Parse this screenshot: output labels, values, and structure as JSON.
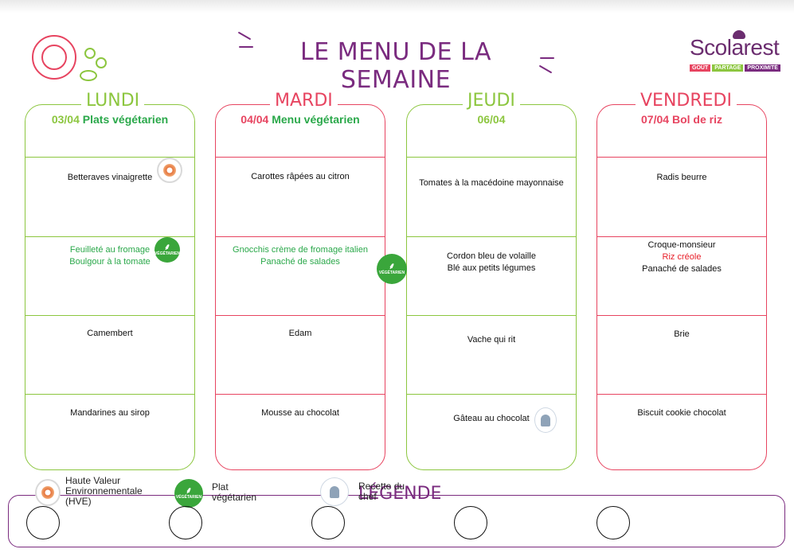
{
  "header": {
    "title": "LE MENU DE LA SEMAINE",
    "brand": "Scolarest",
    "brand_tags": [
      "GOÛT",
      "PARTAGE",
      "PROXIMITÉ"
    ]
  },
  "days": [
    {
      "name": "LUNDI",
      "date": "03/04",
      "theme": "Plats végétarien",
      "color": "#8cc63f",
      "dishes": [
        {
          "lines": [
            "Betteraves vinaigrette"
          ]
        },
        {
          "lines": [
            "Feuilleté au fromage",
            "Boulgour à la tomate"
          ]
        },
        {
          "lines": [
            "Camembert"
          ]
        },
        {
          "lines": [
            "Mandarines au sirop"
          ]
        }
      ]
    },
    {
      "name": "MARDI",
      "date": "04/04",
      "theme": "Menu végétarien",
      "color": "#e74460",
      "dishes": [
        {
          "lines": [
            "Carottes râpées au citron"
          ]
        },
        {
          "lines": [
            "Gnocchis crème de fromage italien",
            "Panaché de salades"
          ]
        },
        {
          "lines": [
            "Edam"
          ]
        },
        {
          "lines": [
            "Mousse au chocolat"
          ]
        }
      ]
    },
    {
      "name": "JEUDI",
      "date": "06/04",
      "theme": "",
      "color": "#8cc63f",
      "dishes": [
        {
          "lines": [
            "Tomates à la macédoine mayonnaise"
          ]
        },
        {
          "lines": [
            "Cordon bleu de volaille",
            "Blé aux petits légumes"
          ]
        },
        {
          "lines": [
            "Vache qui rit"
          ]
        },
        {
          "lines": [
            "Gâteau au chocolat"
          ]
        }
      ]
    },
    {
      "name": "VENDREDI",
      "date": "07/04",
      "theme": "Bol de riz",
      "color": "#e74460",
      "dishes": [
        {
          "lines": [
            "Radis beurre"
          ]
        },
        {
          "lines": [
            "Croque-monsieur",
            "Riz créole",
            "Panaché de salades"
          ]
        },
        {
          "lines": [
            "Brie"
          ]
        },
        {
          "lines": [
            "Biscuit cookie chocolat"
          ]
        }
      ]
    }
  ],
  "badges": {
    "veg_label": "VÉGÉTARIEN"
  },
  "legend": {
    "title": "LÉGENDE",
    "hve": "Haute Valeur Environnementale (HVE)",
    "veg": "Plat végétarien",
    "chef": "Recette du chef"
  },
  "colors": {
    "purple": "#7a2b7f",
    "green": "#8cc63f",
    "green_text": "#2aa84a",
    "pink": "#e74460",
    "red_text": "#e8202a"
  },
  "icons": [
    "tomato-icon",
    "peas-icon",
    "hve-icon",
    "vegetarian-icon",
    "chef-hat-icon"
  ]
}
